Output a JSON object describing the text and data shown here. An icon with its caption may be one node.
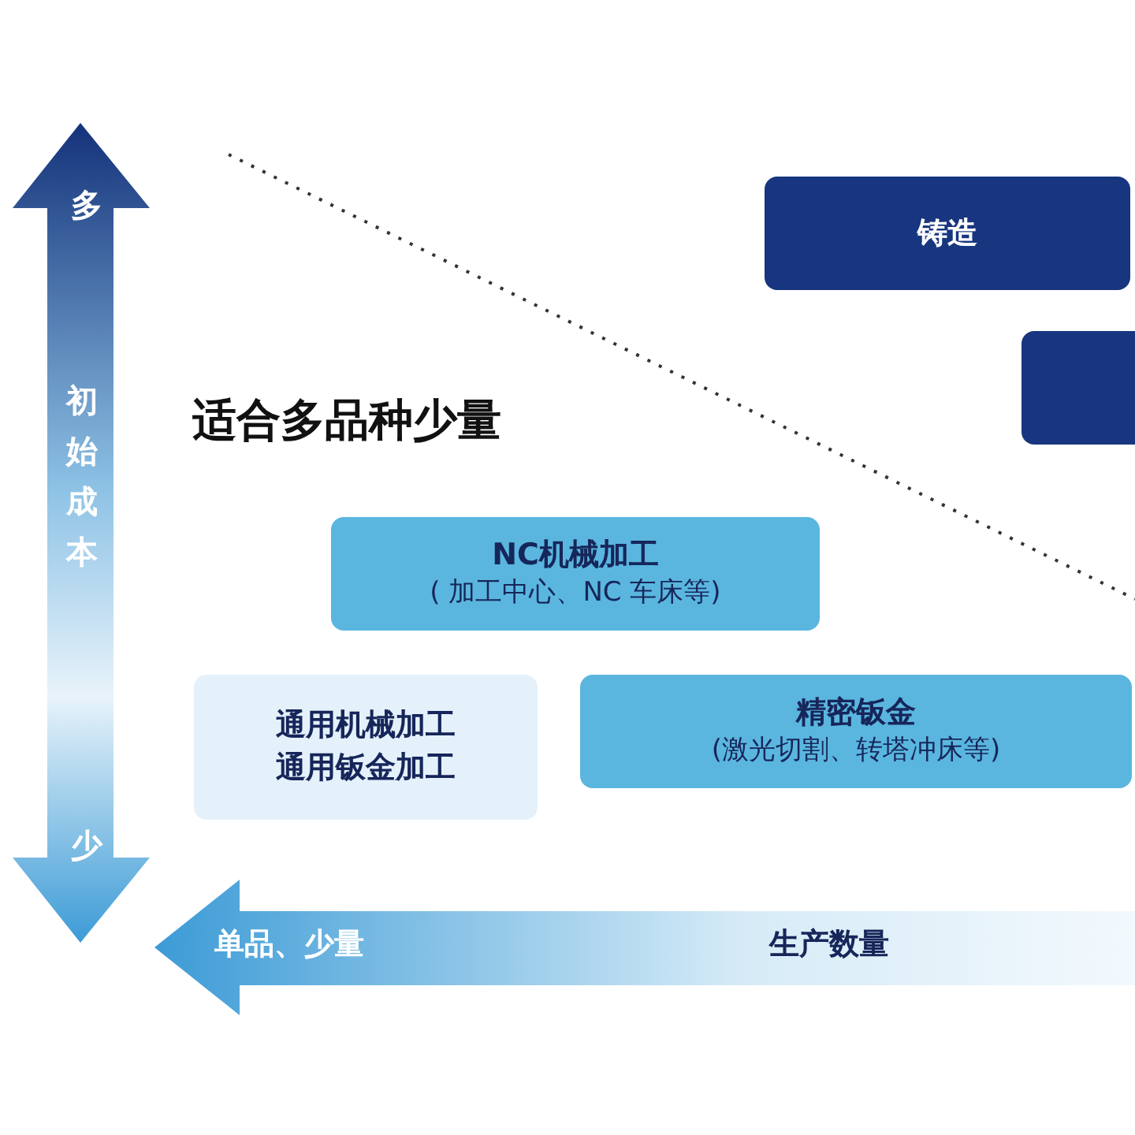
{
  "diagram": {
    "nodes": [
      {
        "text": [
          "铸造"
        ]
      },
      {
        "text": [],
        "shape": "box"
      },
      {
        "text": [
          "NC机械加工",
          "( 加工中心、NC 车床等)"
        ]
      },
      {
        "text": [
          "通用机械加工",
          "通用钣金加工"
        ]
      },
      {
        "text": [
          "精密钣金",
          "(激光切割、转塔冲床等)"
        ]
      }
    ],
    "edges": [],
    "labels": [
      "多",
      "初始成本",
      "少",
      "适合多品种少量",
      "单品、少量",
      "生产数量"
    ]
  }
}
